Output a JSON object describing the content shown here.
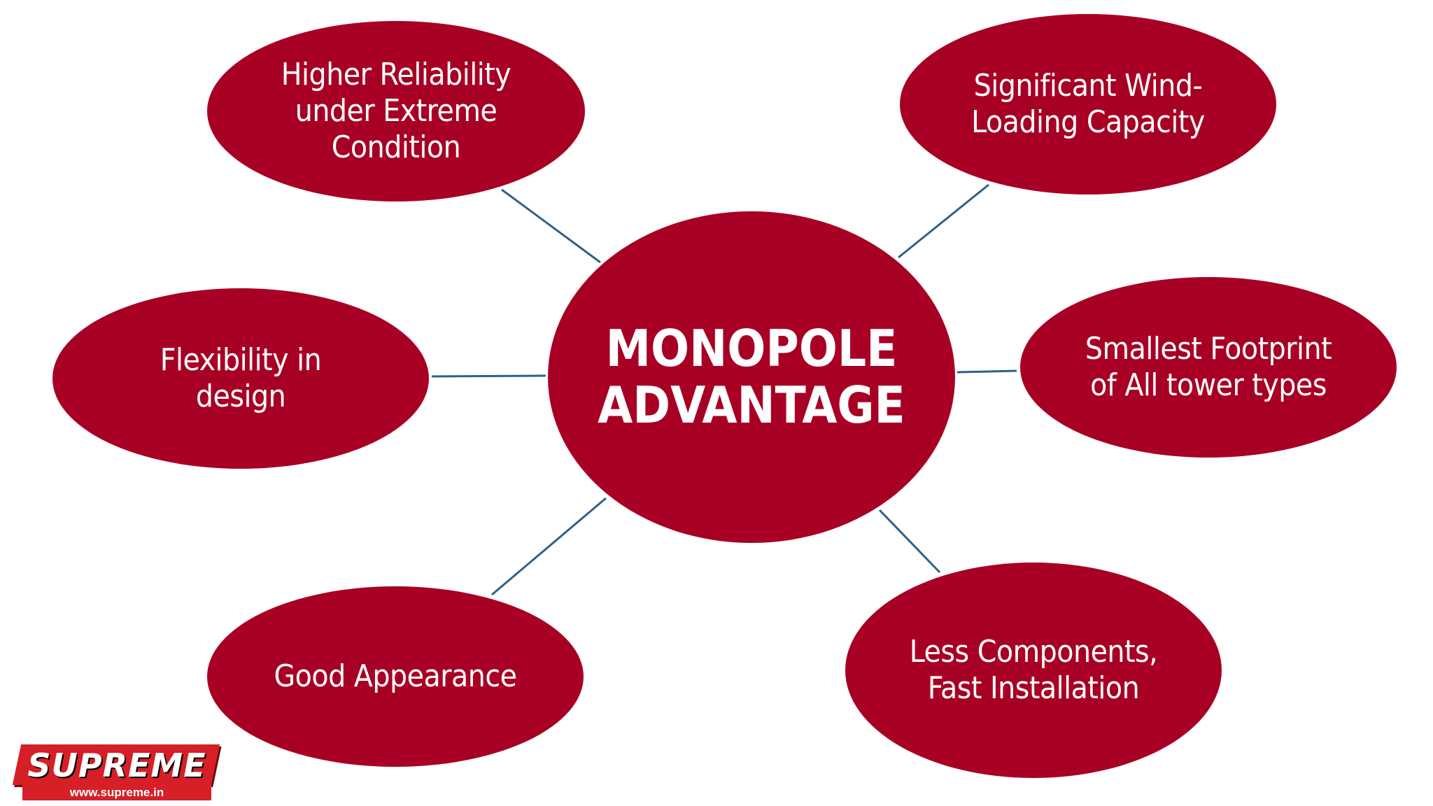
{
  "center": {
    "label": "MONOPOLE\nADVANTAGE"
  },
  "advantages": [
    {
      "id": "reliability",
      "label": "Higher Reliability\nunder Extreme\nCondition"
    },
    {
      "id": "wind",
      "label": "Significant Wind-\nLoading Capacity"
    },
    {
      "id": "flex",
      "label": "Flexibility in\ndesign"
    },
    {
      "id": "footprint",
      "label": "Smallest Footprint\nof All tower types"
    },
    {
      "id": "appearance",
      "label": "Good Appearance"
    },
    {
      "id": "components",
      "label": "Less Components,\nFast Installation"
    }
  ],
  "logo": {
    "brand": "SUPREME",
    "url": "www.supreme.in"
  },
  "colors": {
    "node_fill": "#a80024",
    "connector": "#2f6089",
    "logo_red": "#d61f26",
    "text": "#ffffff"
  }
}
